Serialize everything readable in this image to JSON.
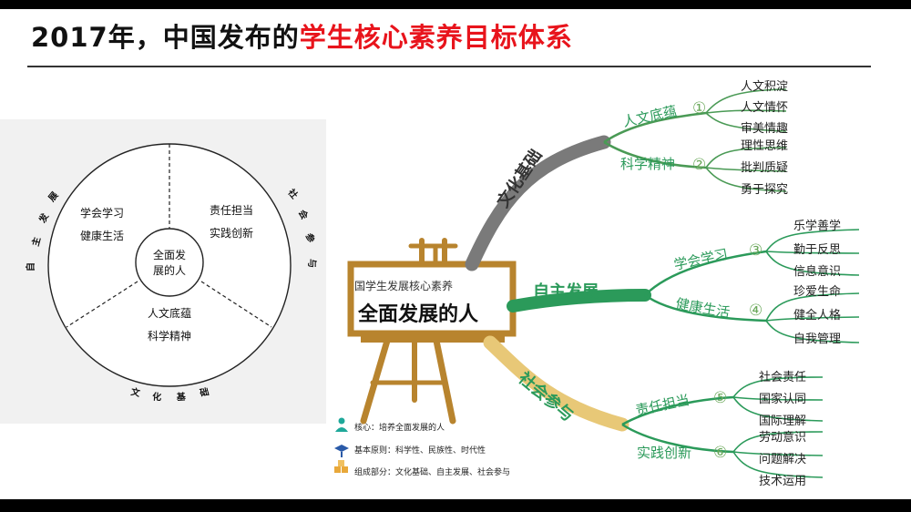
{
  "slide": {
    "title_prefix": "2017年，中国发布的",
    "title_highlight": "学生核心素养目标体系"
  },
  "circle_diagram": {
    "center": [
      "全面发",
      "展的人"
    ],
    "sectors": {
      "left_top": [
        "学会学习",
        "健康生活"
      ],
      "right_top": [
        "责任担当",
        "实践创新"
      ],
      "bottom": [
        "人文底蕴",
        "科学精神"
      ]
    },
    "outer_labels": {
      "left": [
        "自",
        "主",
        "发",
        "展"
      ],
      "right": [
        "社",
        "会",
        "参",
        "与"
      ],
      "bottom": [
        "文",
        "化",
        "基",
        "础"
      ]
    }
  },
  "mind_map": {
    "board_title_small": "国学生发展核心素养",
    "board_title_big": "全面发展的人",
    "colors": {
      "culture": "#7a7a7a",
      "autonomy": "#2b9a5a",
      "social": "#e8c877",
      "board_frame": "#b8842e"
    },
    "branches": [
      {
        "name": "文化基础",
        "subs": [
          {
            "name": "人文底蕴",
            "num": "①",
            "leaves": [
              "人文积淀",
              "人文情怀",
              "审美情趣"
            ]
          },
          {
            "name": "科学精神",
            "num": "②",
            "leaves": [
              "理性思维",
              "批判质疑",
              "勇于探究"
            ]
          }
        ]
      },
      {
        "name": "自主发展",
        "subs": [
          {
            "name": "学会学习",
            "num": "③",
            "leaves": [
              "乐学善学",
              "勤于反思",
              "信息意识"
            ]
          },
          {
            "name": "健康生活",
            "num": "④",
            "leaves": [
              "珍爱生命",
              "健全人格",
              "自我管理"
            ]
          }
        ]
      },
      {
        "name": "社会参与",
        "subs": [
          {
            "name": "责任担当",
            "num": "⑤",
            "leaves": [
              "社会责任",
              "国家认同",
              "国际理解"
            ]
          },
          {
            "name": "实践创新",
            "num": "⑥",
            "leaves": [
              "劳动意识",
              "问题解决",
              "技术运用"
            ]
          }
        ]
      }
    ],
    "legend": [
      {
        "icon": "person-icon",
        "text": "核心：培养全面发展的人"
      },
      {
        "icon": "graduation-cap-icon",
        "text": "基本原则：科学性、民族性、时代性"
      },
      {
        "icon": "blocks-icon",
        "text": "组成部分：文化基础、自主发展、社会参与"
      }
    ]
  }
}
